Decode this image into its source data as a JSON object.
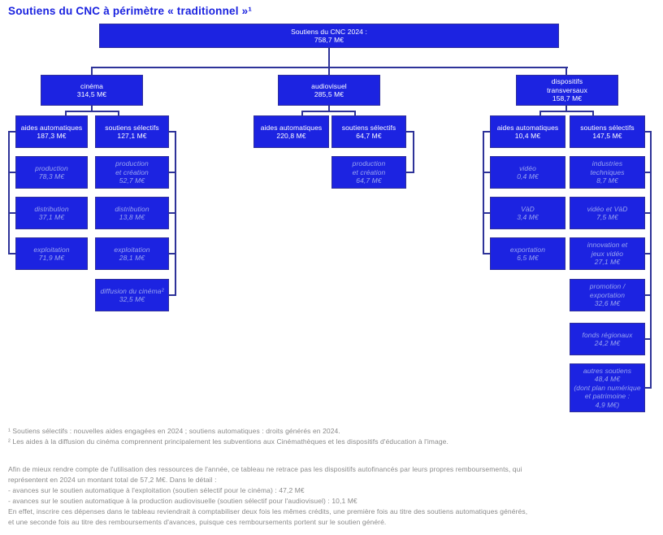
{
  "title": "Soutiens du CNC à périmètre « traditionnel »¹",
  "colors": {
    "box_blue": "#1c23e1",
    "box_border": "#2f2f9a",
    "connector": "#2e3399",
    "title_blue": "#1a22df",
    "node_text": "#ffffff",
    "child_text": "#99a4f0",
    "note_gray": "#8a8a8a"
  },
  "nodes": [
    {
      "id": "root",
      "kind": "parent",
      "parent": null,
      "lines": [
        "Soutiens du CNC 2024 :",
        "758,7 M€"
      ]
    },
    {
      "id": "cinema",
      "kind": "parent",
      "parent": "root",
      "lines": [
        "cinéma",
        "314,5 M€"
      ]
    },
    {
      "id": "audiovisuel",
      "kind": "parent",
      "parent": "root",
      "lines": [
        "audiovisuel",
        "285,5 M€"
      ]
    },
    {
      "id": "transversaux",
      "kind": "parent",
      "parent": "root",
      "lines": [
        "dispositifs",
        "transversaux",
        "158,7 M€"
      ]
    },
    {
      "id": "cin_auto",
      "kind": "parent",
      "parent": "cinema",
      "lines": [
        "aides automatiques",
        "187,3 M€"
      ]
    },
    {
      "id": "cin_select",
      "kind": "parent",
      "parent": "cinema",
      "lines": [
        "soutiens sélectifs",
        "127,1 M€"
      ]
    },
    {
      "id": "cin_prod",
      "kind": "child",
      "parent": "cin_auto",
      "lines": [
        "production",
        "78,3 M€"
      ]
    },
    {
      "id": "cin_dist",
      "kind": "child",
      "parent": "cin_auto",
      "lines": [
        "distribution",
        "37,1 M€"
      ]
    },
    {
      "id": "cin_expl",
      "kind": "child",
      "parent": "cin_auto",
      "lines": [
        "exploitation",
        "71,9 M€"
      ]
    },
    {
      "id": "cins_prod",
      "kind": "child",
      "parent": "cin_select",
      "lines": [
        "production",
        "et création",
        "52,7 M€"
      ]
    },
    {
      "id": "cins_dist",
      "kind": "child",
      "parent": "cin_select",
      "lines": [
        "distribution",
        "13,8 M€"
      ]
    },
    {
      "id": "cins_expl",
      "kind": "child",
      "parent": "cin_select",
      "lines": [
        "exploitation",
        "28,1 M€"
      ]
    },
    {
      "id": "cins_diff",
      "kind": "child",
      "parent": "cin_select",
      "lines": [
        "diffusion du cinéma²",
        "32,5 M€"
      ]
    },
    {
      "id": "av_auto",
      "kind": "parent",
      "parent": "audiovisuel",
      "lines": [
        "aides automatiques",
        "220,8 M€"
      ]
    },
    {
      "id": "av_select",
      "kind": "parent",
      "parent": "audiovisuel",
      "lines": [
        "soutiens sélectifs",
        "64,7 M€"
      ]
    },
    {
      "id": "avs_prod",
      "kind": "child",
      "parent": "av_select",
      "lines": [
        "production",
        "et création",
        "64,7 M€"
      ]
    },
    {
      "id": "tr_auto",
      "kind": "parent",
      "parent": "transversaux",
      "lines": [
        "aides automatiques",
        "10,4 M€"
      ]
    },
    {
      "id": "tr_select",
      "kind": "parent",
      "parent": "transversaux",
      "lines": [
        "soutiens sélectifs",
        "147,5 M€"
      ]
    },
    {
      "id": "tra_video",
      "kind": "child",
      "parent": "tr_auto",
      "lines": [
        "vidéo",
        "0,4 M€"
      ]
    },
    {
      "id": "tra_vad",
      "kind": "child",
      "parent": "tr_auto",
      "lines": [
        "VàD",
        "3,4 M€"
      ]
    },
    {
      "id": "tra_export",
      "kind": "child",
      "parent": "tr_auto",
      "lines": [
        "exportation",
        "6,5 M€"
      ]
    },
    {
      "id": "trs_indus",
      "kind": "child",
      "parent": "tr_select",
      "lines": [
        "industries",
        "techniques",
        "8,7 M€"
      ]
    },
    {
      "id": "trs_vidvad",
      "kind": "child",
      "parent": "tr_select",
      "lines": [
        "vidéo et VàD",
        "7,5 M€"
      ]
    },
    {
      "id": "trs_innov",
      "kind": "child",
      "parent": "tr_select",
      "lines": [
        "innovation et",
        "jeux vidéo",
        "27,1 M€"
      ]
    },
    {
      "id": "trs_promo",
      "kind": "child",
      "parent": "tr_select",
      "lines": [
        "promotion /",
        "exportation",
        "32,6 M€"
      ]
    },
    {
      "id": "trs_fonds",
      "kind": "child",
      "parent": "tr_select",
      "lines": [
        "fonds régionaux",
        "24,2 M€"
      ]
    },
    {
      "id": "trs_autres",
      "kind": "child",
      "parent": "tr_select",
      "lines": [
        "autres soutiens",
        "48,4 M€",
        "(dont plan numérique",
        "et patrimoine :",
        "4,9 M€)"
      ]
    }
  ],
  "footnotes": [
    "¹ Soutiens sélectifs : nouvelles aides engagées en 2024 ; soutiens automatiques : droits générés en 2024.",
    "² Les aides à la diffusion du cinéma comprennent principalement les subventions aux Cinémathèques et les dispositifs d'éducation à l'image."
  ],
  "paragraph_lines": [
    "Afin de mieux rendre compte de l'utilisation des ressources de l'année, ce tableau ne retrace pas les dispositifs autofinancés par leurs propres remboursements, qui",
    "représentent en 2024 un montant total de 57,2 M€. Dans le détail :",
    "- avances sur le soutien automatique à l'exploitation (soutien sélectif pour le cinéma) : 47,2 M€",
    "- avances sur le soutien automatique à la production audiovisuelle (soutien sélectif pour l'audiovisuel) : 10,1 M€",
    "En effet, inscrire ces dépenses dans le tableau reviendrait à comptabiliser deux fois les mêmes crédits, une première fois au titre des soutiens automatiques générés,",
    "et une seconde fois au titre des remboursements d'avances, puisque ces remboursements portent sur le soutien généré."
  ]
}
